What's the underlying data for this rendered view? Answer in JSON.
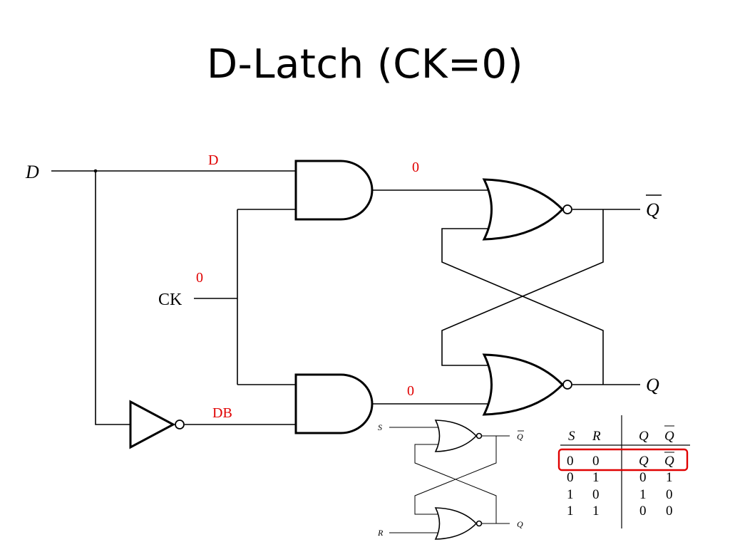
{
  "title": "D-Latch (CK=0)",
  "colors": {
    "annotation": "#e00000",
    "wire": "#000000"
  },
  "inputs": {
    "d": "D",
    "ck": "CK"
  },
  "outputs": {
    "q": "Q",
    "q_bar": "Q"
  },
  "annotations": {
    "d_wire": "D",
    "top_and_out": "0",
    "ck_value": "0",
    "bottom_and_out": "0",
    "inverter_out": "DB"
  },
  "sr_latch": {
    "s": "S",
    "r": "R",
    "q_bar": "Q",
    "q": "Q"
  },
  "truth_table": {
    "headers": [
      "S",
      "R",
      "Q",
      "Q"
    ],
    "rows": [
      [
        "0",
        "0",
        "Q",
        "Q"
      ],
      [
        "0",
        "1",
        "0",
        "1"
      ],
      [
        "1",
        "0",
        "1",
        "0"
      ],
      [
        "1",
        "1",
        "0",
        "0"
      ]
    ],
    "highlighted_row": 0
  }
}
